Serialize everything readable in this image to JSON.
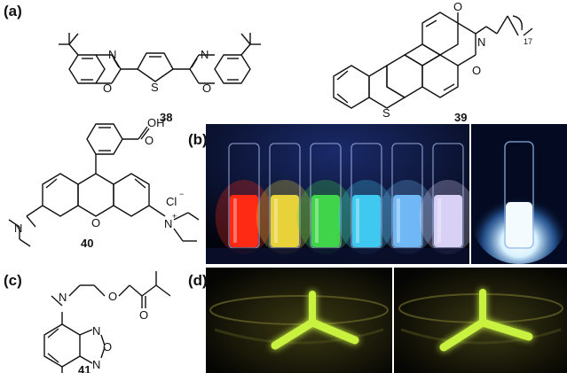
{
  "panels": {
    "a": "(a)",
    "b": "(b)",
    "c": "(c)",
    "d": "(d)"
  },
  "compounds": {
    "c38": "38",
    "c39": "39",
    "c40": "40",
    "c41": "41"
  },
  "atoms": {
    "N": "N",
    "O": "O",
    "S": "S",
    "OH": "OH",
    "Cl": "Cl",
    "minus": "−",
    "plus": "+",
    "subscript_17": "17"
  },
  "vial_colors": [
    "#ff2a14",
    "#e8d23a",
    "#3fd44a",
    "#3fc8f0",
    "#6fb8f5",
    "#d8d0f5"
  ],
  "accent_colors": {
    "white_emission": "#f4fbff",
    "waveguide_green": "#c9f240"
  }
}
